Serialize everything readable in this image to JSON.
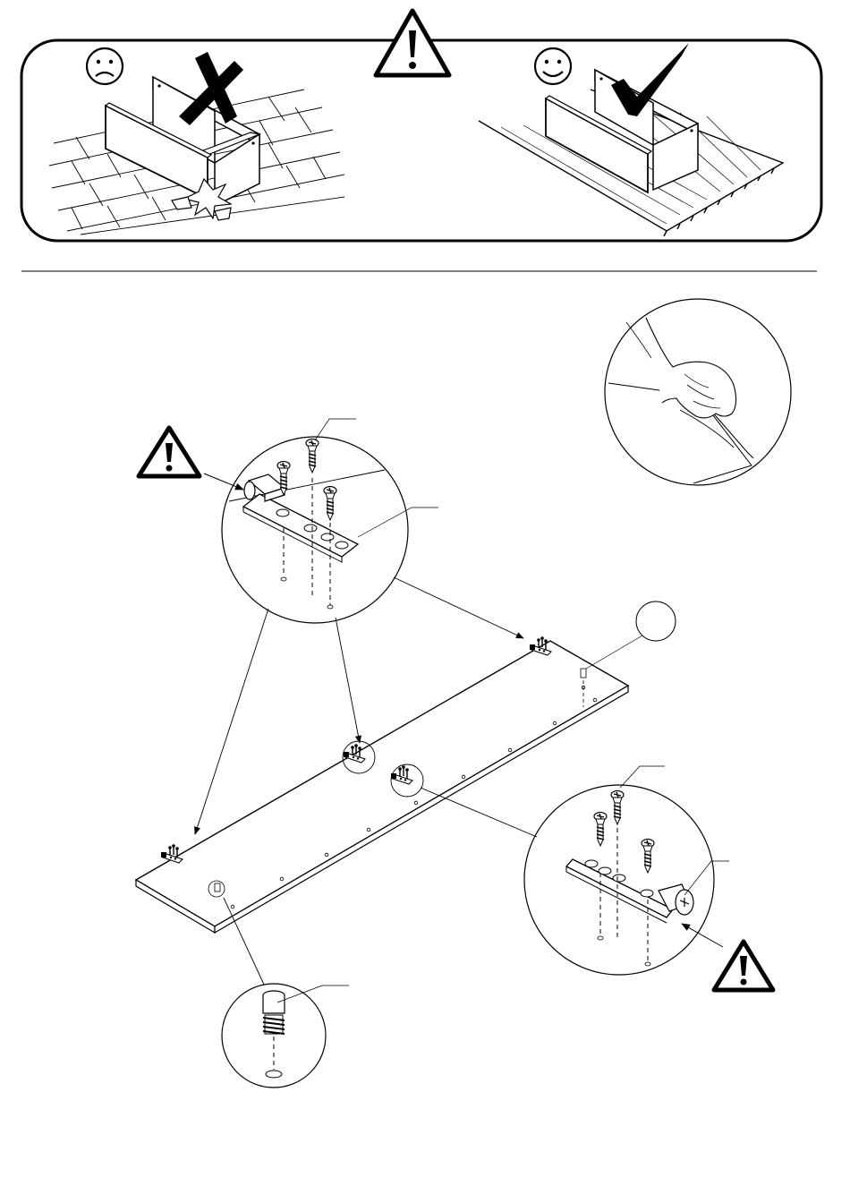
{
  "document": {
    "kind": "assembly-instruction-sheet",
    "text_labels": []
  },
  "header_panel": {
    "warning_symbol": "exclamation-triangle-icon",
    "wrong_side": {
      "face": "sad-face-icon",
      "mark": "x-cross-icon",
      "floor": "hard-paved-floor"
    },
    "right_side": {
      "face": "happy-face-icon",
      "mark": "checkmark-icon",
      "floor": "soft-carpet-floor"
    }
  },
  "assembly": {
    "main_part": "long-shelf-board",
    "hardware": [
      "hinge-plate",
      "wood-screw",
      "dowel-pin"
    ],
    "screws_per_plate": 3,
    "hinge_positions": 4,
    "dowel_positions": 2,
    "callouts": [
      "hinge-detail-top",
      "hinge-detail-bottom",
      "dowel-detail",
      "hand-wipe-detail",
      "blank-part-badge"
    ],
    "warnings_in_details": 2
  },
  "colors": {
    "line": "#000000",
    "paper": "#ffffff"
  }
}
